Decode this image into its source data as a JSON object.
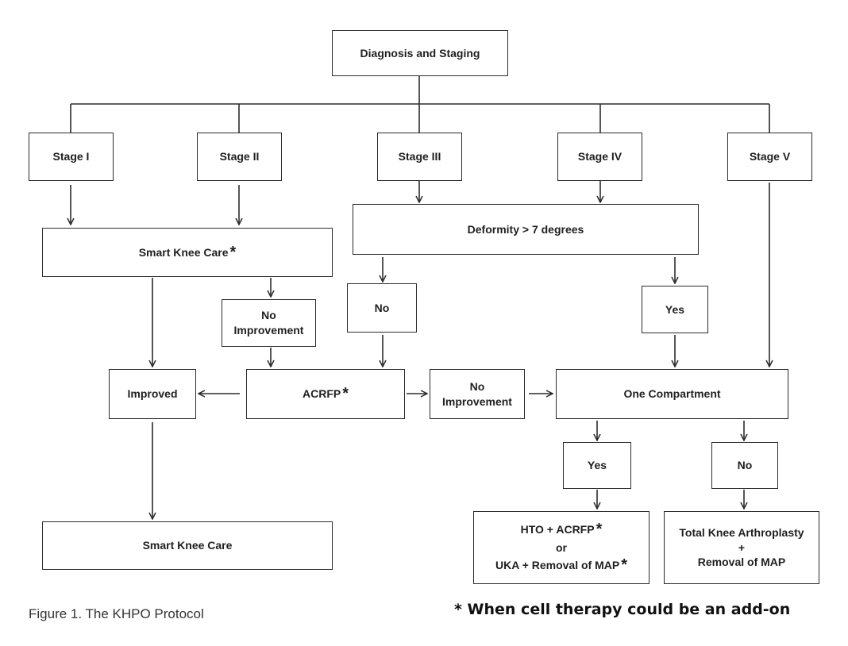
{
  "nodes": {
    "diagnosis": "Diagnosis and Staging",
    "stage1": "Stage I",
    "stage2": "Stage II",
    "stage3": "Stage III",
    "stage4": "Stage IV",
    "stage5": "Stage V",
    "deformity": "Deformity > 7 degrees",
    "smart_knee_care_top": "Smart Knee Care",
    "no_improvement_1_line1": "No",
    "no_improvement_1_line2": "Improvement",
    "no_branch": "No",
    "yes_branch": "Yes",
    "improved": "Improved",
    "acrfp": "ACRFP",
    "no_improvement_2_line1": "No",
    "no_improvement_2_line2": "Improvement",
    "one_compartment": "One Compartment",
    "yes_oc": "Yes",
    "no_oc": "No",
    "smart_knee_care_bottom": "Smart Knee Care",
    "hto_line1": "HTO + ACRFP",
    "hto_line2": "or",
    "hto_line3": "UKA + Removal of MAP",
    "tka_line1": "Total Knee Arthroplasty",
    "tka_line2": "+",
    "tka_line3": "Removal of MAP"
  },
  "asterisk": "*",
  "caption": "Figure 1. The KHPO Protocol",
  "footnote": "* When cell therapy could be an add-on"
}
